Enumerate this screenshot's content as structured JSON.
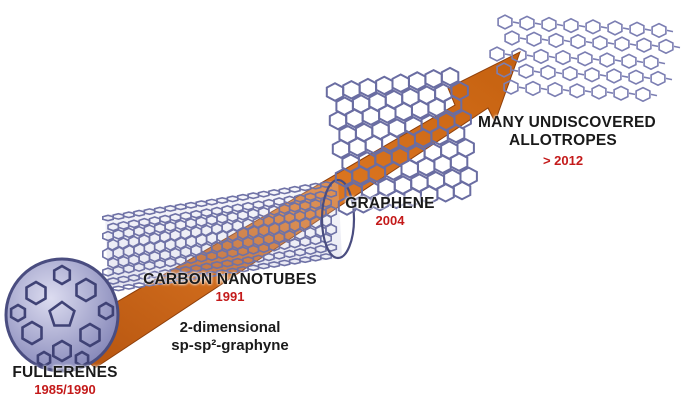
{
  "colors": {
    "arrow": "#d8691a",
    "arrow_dark": "#a9480c",
    "lattice": "#7a7db0",
    "lattice_dark": "#4a4d80",
    "year": "#c41a1a",
    "text": "#1a1a1a"
  },
  "stages": {
    "fullerenes": {
      "name": "FULLERENES",
      "year": "1985/1990"
    },
    "nanotubes": {
      "name": "CARBON NANOTUBES",
      "year": "1991"
    },
    "graphene": {
      "name": "GRAPHENE",
      "year": "2004"
    },
    "undiscovered": {
      "name_line1": "MANY UNDISCOVERED",
      "name_line2": "ALLOTROPES",
      "year": "> 2012"
    }
  },
  "graphyne_note": {
    "line1": "2-dimensional",
    "line2": "sp-sp²-graphyne"
  }
}
